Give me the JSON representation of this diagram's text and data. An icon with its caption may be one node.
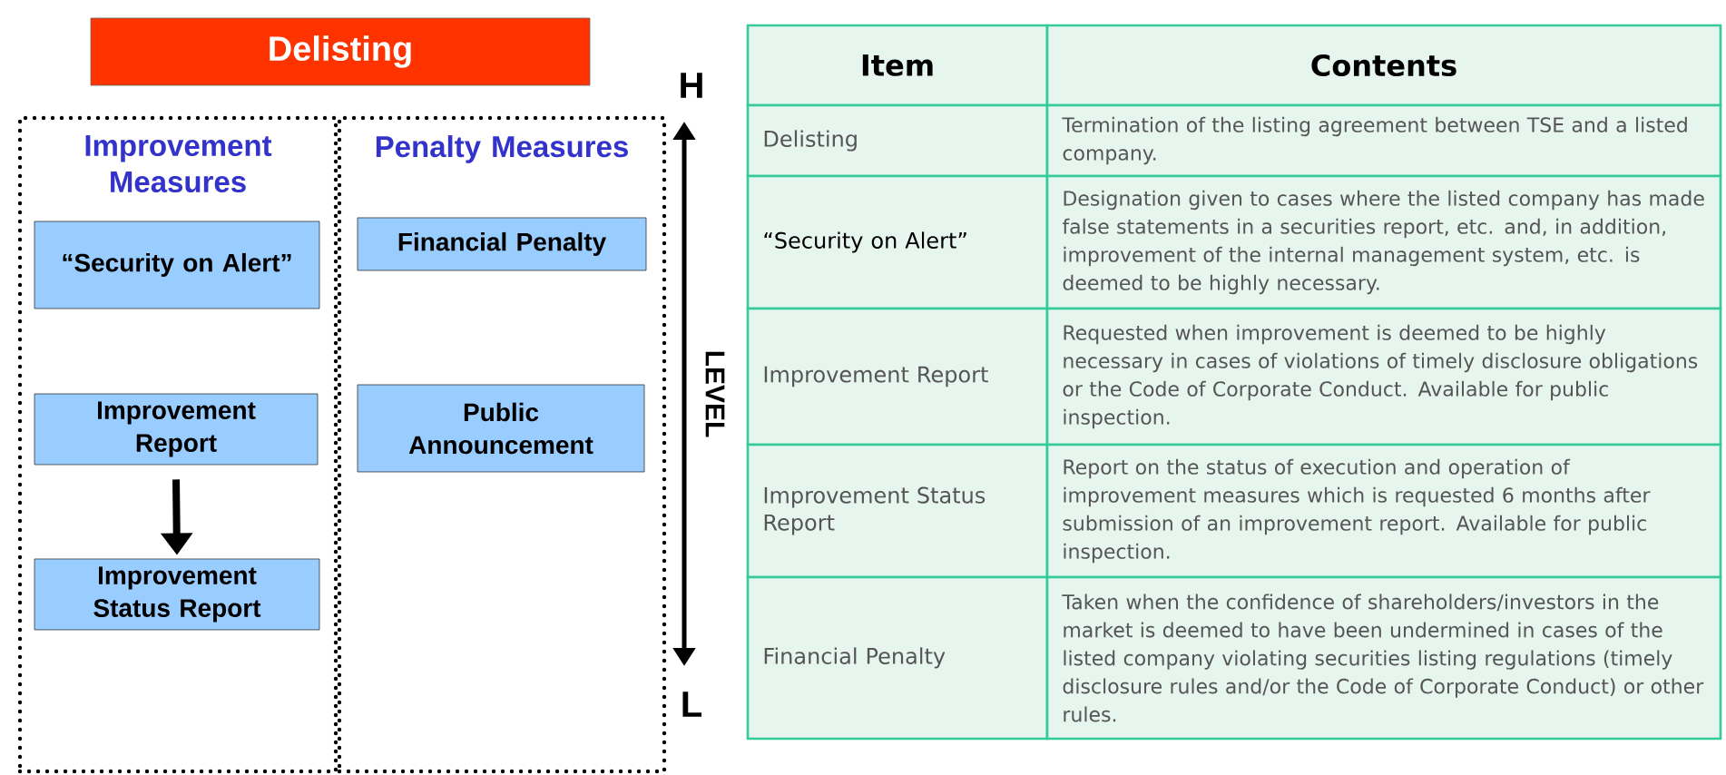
{
  "diagram": {
    "nodes": [
      {
        "text": [
          "Delisting"
        ]
      },
      {
        "text": [
          "Improvement Measures"
        ]
      },
      {
        "text": [
          "Penalty Measures"
        ]
      },
      {
        "text": [
          "“Security on Alert”"
        ],
        "in": 1
      },
      {
        "text": [
          "Improvement Report"
        ],
        "in": 1
      },
      {
        "text": [
          "Improvement Status Report"
        ],
        "in": 1
      },
      {
        "text": [
          "Financial Penalty"
        ],
        "in": 2
      },
      {
        "text": [
          "Public Announcement"
        ],
        "in": 2
      }
    ],
    "edges": [
      {
        "from": 4,
        "to": 5,
        "arrow": "to"
      }
    ],
    "labels": [
      "H",
      "LEVEL",
      "L",
      "Item",
      "Contents",
      "Delisting",
      "Termination of the listing agreement between TSE and a listed company.",
      "“Security on Alert”",
      "Designation given to cases where the listed company has made false statements in a securities report, etc.  and, in addition, improvement of the internal management system, etc.  is deemed to be highly necessary.",
      "Improvement Report",
      "Requested when improvement is deemed to be highly necessary in cases of violations of timely disclosure obligations or the Code of Corporate Conduct. Available for public inspection.",
      "Improvement Status Report",
      "Report on the status of execution and operation of improvement measures which is requested 6 months after submission of an improvement report. Available for public inspection.",
      "Financial Penalty",
      "Taken when the confidence of shareholders/investors in the market is deemed to have been undermined in cases of the listed company violating securities listing regulations (timely disclosure rules and/or the Code of Corporate Conduct) or other rules."
    ]
  }
}
